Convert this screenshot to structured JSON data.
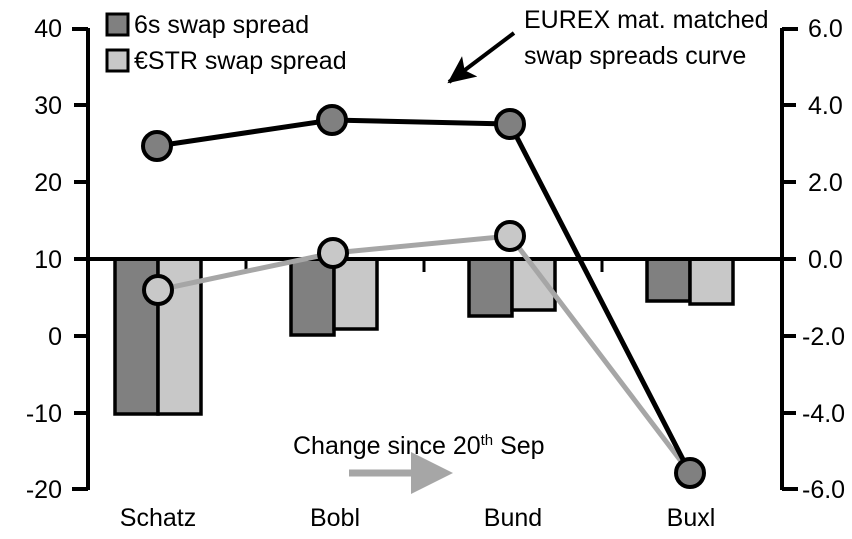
{
  "chart_data": {
    "type": "bar",
    "title": "",
    "categories": [
      "Schatz",
      "Bobl",
      "Bund",
      "Buxl"
    ],
    "xlabel": "",
    "ylabel": "",
    "ylim": [
      -20,
      40
    ],
    "yticks": [
      "40",
      "30",
      "20",
      "10",
      "0",
      "-10",
      "-20"
    ],
    "y2lim": [
      -6.0,
      6.0
    ],
    "y2ticks": [
      "6.0",
      "4.0",
      "2.0",
      "0.0",
      "-2.0",
      "-4.0",
      "-6.0"
    ],
    "grid": false,
    "legend_position": "top-left",
    "zero_line_left_axis_value": 10,
    "series": [
      {
        "name": "6s swap spread",
        "kind": "bar",
        "axis": "right",
        "color": "#808080",
        "values": [
          -4.15,
          -1.95,
          -1.45,
          -1.05
        ]
      },
      {
        "name": "€STR swap spread",
        "kind": "bar",
        "axis": "right",
        "color": "#c8c8c8",
        "values": [
          -4.15,
          -1.8,
          -1.3,
          -1.15
        ]
      },
      {
        "name": "EUREX mat. matched swap spreads curve",
        "kind": "line",
        "axis": "left",
        "color": "#000000",
        "marker_color": "#808080",
        "values": [
          24.6,
          28.0,
          27.4,
          -17.8
        ]
      },
      {
        "name": "Change since 20th Sep",
        "kind": "line",
        "axis": "left",
        "color": "#a6a6a6",
        "marker_color": "#c8c8c8",
        "values": [
          6.1,
          10.5,
          12.8,
          -18.2
        ]
      }
    ],
    "annotations": [
      {
        "name": "curve-callout",
        "line1": "EUREX mat. matched",
        "line2": "swap spreads curve"
      },
      {
        "name": "change-callout",
        "text_before": "Change since 20",
        "superscript": "th",
        "text_after": " Sep"
      }
    ]
  },
  "legend": {
    "items": [
      {
        "label": "6s swap spread",
        "color": "#808080"
      },
      {
        "label": "€STR swap spread",
        "color": "#c8c8c8"
      }
    ]
  },
  "axes": {
    "left": {
      "labels": [
        "40",
        "30",
        "20",
        "10",
        "0",
        "-10",
        "-20"
      ]
    },
    "right": {
      "labels": [
        "6.0",
        "4.0",
        "2.0",
        "0.0",
        "-2.0",
        "-4.0",
        "-6.0"
      ]
    },
    "bottom": {
      "labels": [
        "Schatz",
        "Bobl",
        "Bund",
        "Buxl"
      ]
    }
  },
  "colors": {
    "bar_dark": "#808080",
    "bar_light": "#c8c8c8",
    "line_dark": "#000000",
    "line_light": "#a6a6a6",
    "marker_dark": "#808080",
    "marker_light": "#c8c8c8",
    "axis": "#000000",
    "background": "#ffffff"
  }
}
